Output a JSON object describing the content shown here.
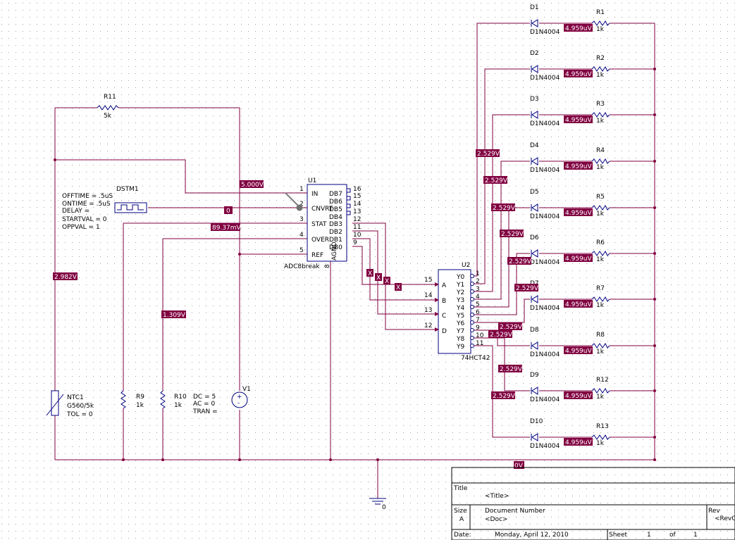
{
  "colors": {
    "wire": "#800040",
    "part": "#000080",
    "text": "#000000",
    "voltage_bg": "#800040",
    "voltage_fg": "#ffffff",
    "grid_dot": "#9a9a9a",
    "pin": "#8b0000"
  },
  "components": {
    "r11": {
      "ref": "R11",
      "value": "5k"
    },
    "dstm1": {
      "ref": "DSTM1",
      "params": [
        "OFFTIME = .5uS",
        "ONTIME = .5uS",
        "DELAY =",
        "STARTVAL = 0",
        "OPPVAL = 1"
      ]
    },
    "u1": {
      "ref": "U1",
      "part": "ADC8break",
      "left_pins": [
        {
          "num": "1",
          "name": "IN"
        },
        {
          "num": "2",
          "name": "CNVRT"
        },
        {
          "num": "3",
          "name": "STAT"
        },
        {
          "num": "4",
          "name": "OVER"
        },
        {
          "num": "5",
          "name": "REF"
        }
      ],
      "right_pins": [
        {
          "num": "16",
          "name": "DB7"
        },
        {
          "num": "15",
          "name": "DB6"
        },
        {
          "num": "14",
          "name": "DB5"
        },
        {
          "num": "13",
          "name": "DB4"
        },
        {
          "num": "12",
          "name": "DB3"
        },
        {
          "num": "11",
          "name": "DB2"
        },
        {
          "num": "10",
          "name": "DB1"
        },
        {
          "num": "9",
          "name": "DB0"
        }
      ],
      "vert_label": "AGND",
      "bottom_pin": "8"
    },
    "u2": {
      "ref": "U2",
      "part": "74HCT42",
      "inputs": [
        {
          "num": "15",
          "name": "A"
        },
        {
          "num": "14",
          "name": "B"
        },
        {
          "num": "13",
          "name": "C"
        },
        {
          "num": "12",
          "name": "D"
        }
      ],
      "outputs": [
        {
          "num": "1",
          "name": "Y0"
        },
        {
          "num": "2",
          "name": "Y1"
        },
        {
          "num": "3",
          "name": "Y2"
        },
        {
          "num": "4",
          "name": "Y3"
        },
        {
          "num": "5",
          "name": "Y4"
        },
        {
          "num": "6",
          "name": "Y5"
        },
        {
          "num": "7",
          "name": "Y6"
        },
        {
          "num": "9",
          "name": "Y7"
        },
        {
          "num": "10",
          "name": "Y8"
        },
        {
          "num": "11",
          "name": "Y9"
        }
      ]
    },
    "ntc1": {
      "ref": "NTC1",
      "part": "G560/5k",
      "tol": "TOL = 0"
    },
    "r9": {
      "ref": "R9",
      "value": "1k"
    },
    "r10": {
      "ref": "R10",
      "value": "1k"
    },
    "v1": {
      "ref": "V1",
      "params": [
        "DC = 5",
        "AC = 0",
        "TRAN ="
      ]
    },
    "ground": {
      "label": "0"
    },
    "leds": [
      {
        "d": "D1",
        "model": "D1N4004",
        "r": "R1",
        "rv": "1k",
        "volt": "4.959uV"
      },
      {
        "d": "D2",
        "model": "D1N4004",
        "r": "R2",
        "rv": "1k",
        "volt": "4.959uV"
      },
      {
        "d": "D3",
        "model": "D1N4004",
        "r": "R3",
        "rv": "1k",
        "volt": "4.959uV"
      },
      {
        "d": "D4",
        "model": "D1N4004",
        "r": "R4",
        "rv": "1k",
        "volt": "4.959uV"
      },
      {
        "d": "D5",
        "model": "D1N4004",
        "r": "R5",
        "rv": "1k",
        "volt": "4.959uV"
      },
      {
        "d": "D6",
        "model": "D1N4004",
        "r": "R6",
        "rv": "1k",
        "volt": "4.959uV"
      },
      {
        "d": "D7",
        "model": "D1N4004",
        "r": "R7",
        "rv": "1k",
        "volt": "4.959uV"
      },
      {
        "d": "D8",
        "model": "D1N4004",
        "r": "R8",
        "rv": "1k",
        "volt": "4.959uV"
      },
      {
        "d": "D9",
        "model": "D1N4004",
        "r": "R12",
        "rv": "1k",
        "volt": "4.959uV"
      },
      {
        "d": "D10",
        "model": "D1N4004",
        "r": "R13",
        "rv": "1k",
        "volt": "4.959uV"
      }
    ]
  },
  "voltages": {
    "v5": "5.000V",
    "v0": "0",
    "v8937": "89.37mV",
    "v2982": "2.982V",
    "v1309": "1.309V",
    "vx": "X",
    "v2529": "2.529V",
    "v0v": "0V"
  },
  "title_block": {
    "title_label": "Title",
    "title_value": "<Title>",
    "size_label": "Size",
    "size_value": "A",
    "docnum_label": "Document Number",
    "doc_value": "<Doc>",
    "rev_label": "Rev",
    "rev_value": "<RevC",
    "date_label": "Date:",
    "date_value": "Monday, April 12, 2010",
    "sheet_label": "Sheet",
    "sheet_num": "1",
    "of_label": "of",
    "sheet_total": "1"
  }
}
